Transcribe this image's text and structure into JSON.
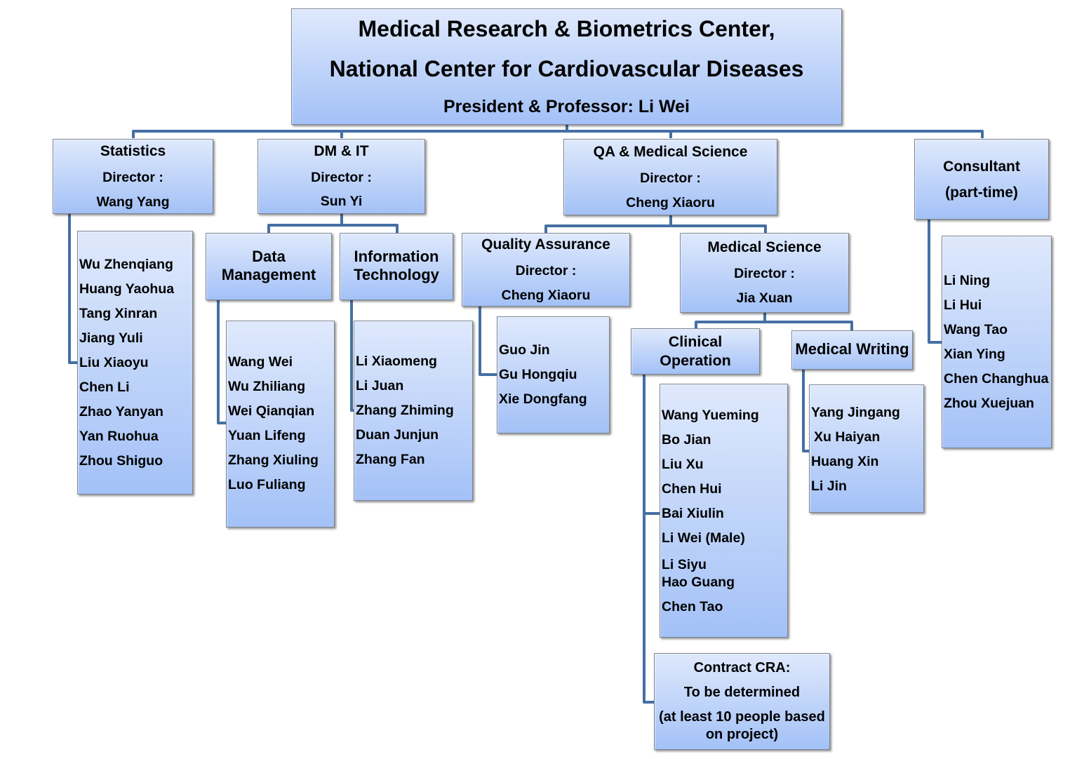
{
  "chart": {
    "root": {
      "title_lines": [
        "Medical Research & Biometrics Center,",
        "National Center for Cardiovascular Diseases"
      ],
      "leader": "President & Professor: Li Wei"
    },
    "statistics": {
      "name": "Statistics",
      "director_label": "Director :",
      "director": "Wang Yang",
      "members": [
        "Wu Zhenqiang",
        "Huang Yaohua",
        "Tang Xinran",
        "Jiang Yuli",
        "Liu Xiaoyu",
        "Chen Li",
        "Zhao Yanyan",
        "Yan Ruohua",
        "Zhou Shiguo"
      ]
    },
    "dm_it": {
      "name": "DM & IT",
      "director_label": "Director :",
      "director": "Sun Yi",
      "data_management": {
        "name_lines": [
          "Data",
          "Management"
        ],
        "members": [
          "Wang Wei",
          "Wu Zhiliang",
          "Wei Qianqian",
          "Yuan Lifeng",
          "Zhang Xiuling",
          "Luo Fuliang"
        ]
      },
      "information_technology": {
        "name_lines": [
          "Information",
          "Technology"
        ],
        "members": [
          "Li Xiaomeng",
          "Li Juan",
          "Zhang Zhiming",
          "Duan Junjun",
          "Zhang Fan"
        ]
      }
    },
    "qa_medical_science": {
      "name": "QA & Medical Science",
      "director_label": "Director :",
      "director": "Cheng Xiaoru",
      "quality_assurance": {
        "name": "Quality Assurance",
        "director_label": "Director :",
        "director": "Cheng Xiaoru",
        "members": [
          "Guo Jin",
          "Gu Hongqiu",
          "Xie Dongfang"
        ]
      },
      "medical_science": {
        "name": "Medical Science",
        "director_label": "Director :",
        "director": "Jia Xuan",
        "clinical_operation": {
          "name_lines": [
            "Clinical",
            "Operation"
          ],
          "members": [
            "Wang Yueming",
            "Bo Jian",
            "Liu Xu",
            "Chen Hui",
            "Bai Xiulin",
            "Li Wei (Male)",
            "Li Siyu",
            "Hao Guang",
            "Chen Tao"
          ],
          "contract_cra": {
            "label": "Contract CRA:",
            "status": "To be determined",
            "note_lines": [
              "(at least 10 people based",
              "on project)"
            ]
          }
        },
        "medical_writing": {
          "name": "Medical Writing",
          "members": [
            "Yang Jingang",
            "Xu Haiyan",
            "Huang Xin",
            "Li Jin"
          ]
        }
      }
    },
    "consultant": {
      "name": "Consultant",
      "note": "(part-time)",
      "members": [
        "Li Ning",
        "Li Hui",
        "Wang Tao",
        "Xian Ying",
        "Chen Changhua",
        "Zhou Xuejuan"
      ]
    }
  },
  "theme": {
    "box_gradient_top": "#dfe9fc",
    "box_gradient_bottom": "#a3c1f7",
    "box_border": "#7d8696",
    "connector": "#456fa4",
    "text": "#000000"
  }
}
